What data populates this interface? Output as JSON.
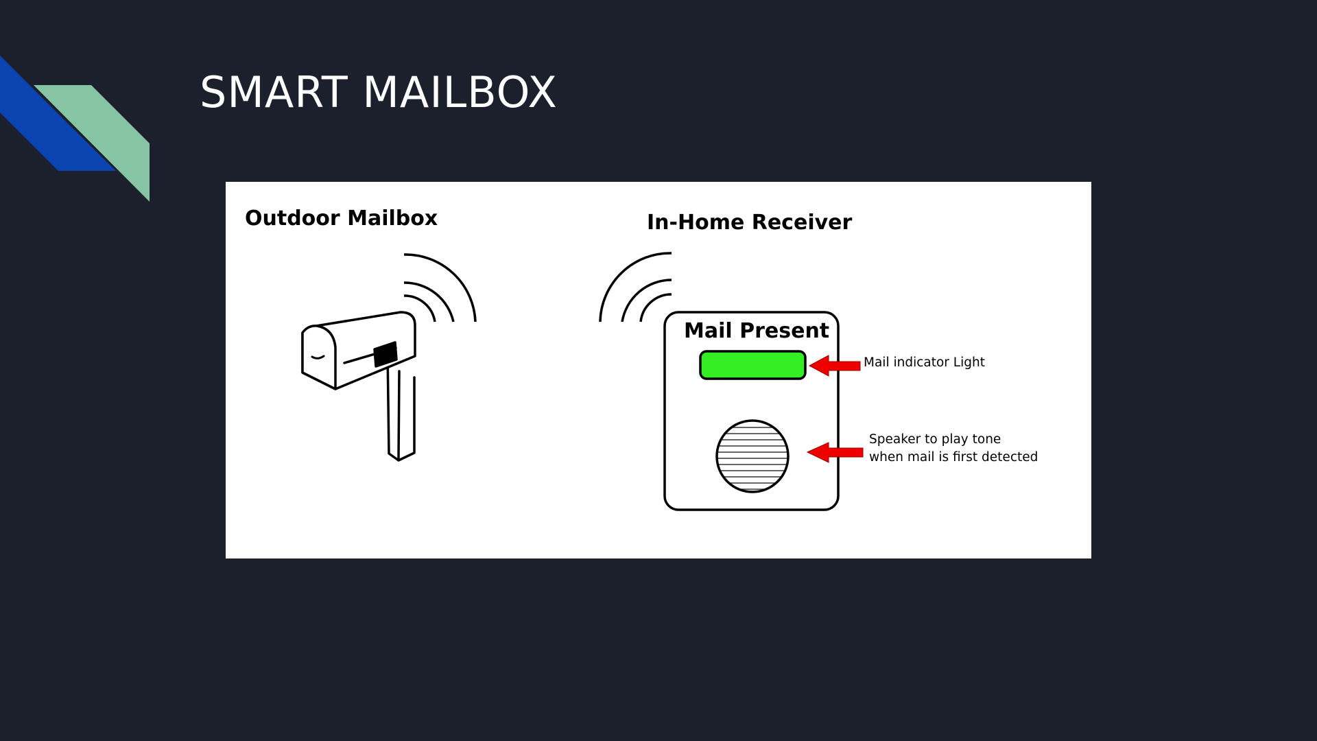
{
  "slide": {
    "title": "SMART MAILBOX",
    "colors": {
      "background": "#1c202c",
      "title": "#ffffff",
      "accent_blue": "#0a44b0",
      "accent_green": "#86c4a4",
      "indicator_light": "#33ee22",
      "callout_arrow": "#ee0000"
    }
  },
  "diagram": {
    "outdoor_label": "Outdoor Mailbox",
    "receiver_label": "In-Home Receiver",
    "device_status": "Mail Present",
    "callouts": {
      "indicator": "Mail indicator Light",
      "speaker_line1": "Speaker to play tone",
      "speaker_line2": "when mail is first detected"
    },
    "icons": {
      "outdoor": [
        "mailbox-icon",
        "wireless-signal-icon"
      ],
      "receiver": [
        "wireless-signal-icon",
        "indicator-light",
        "speaker-icon",
        "arrow-left-icon"
      ]
    }
  }
}
